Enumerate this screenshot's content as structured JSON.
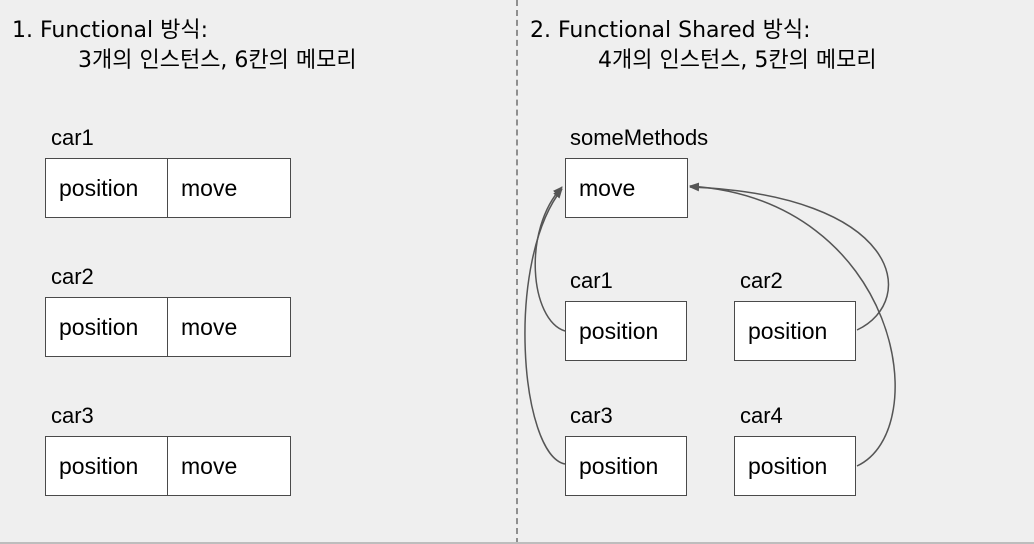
{
  "left": {
    "heading": "1. Functional 방식:",
    "subheading": "3개의 인스턴스, 6칸의 메모리",
    "cars": [
      {
        "name": "car1",
        "fields": [
          "position",
          "move"
        ]
      },
      {
        "name": "car2",
        "fields": [
          "position",
          "move"
        ]
      },
      {
        "name": "car3",
        "fields": [
          "position",
          "move"
        ]
      }
    ]
  },
  "right": {
    "heading": "2. Functional Shared 방식:",
    "subheading": "4개의 인스턴스, 5칸의 메모리",
    "methods": {
      "name": "someMethods",
      "field": "move"
    },
    "cars": [
      {
        "name": "car1",
        "field": "position"
      },
      {
        "name": "car2",
        "field": "position"
      },
      {
        "name": "car3",
        "field": "position"
      },
      {
        "name": "car4",
        "field": "position"
      }
    ]
  },
  "colors": {
    "background": "#efefef",
    "box_fill": "#ffffff",
    "box_border": "#4a4a4a",
    "arrow": "#555555",
    "divider": "#8f8f8f"
  }
}
